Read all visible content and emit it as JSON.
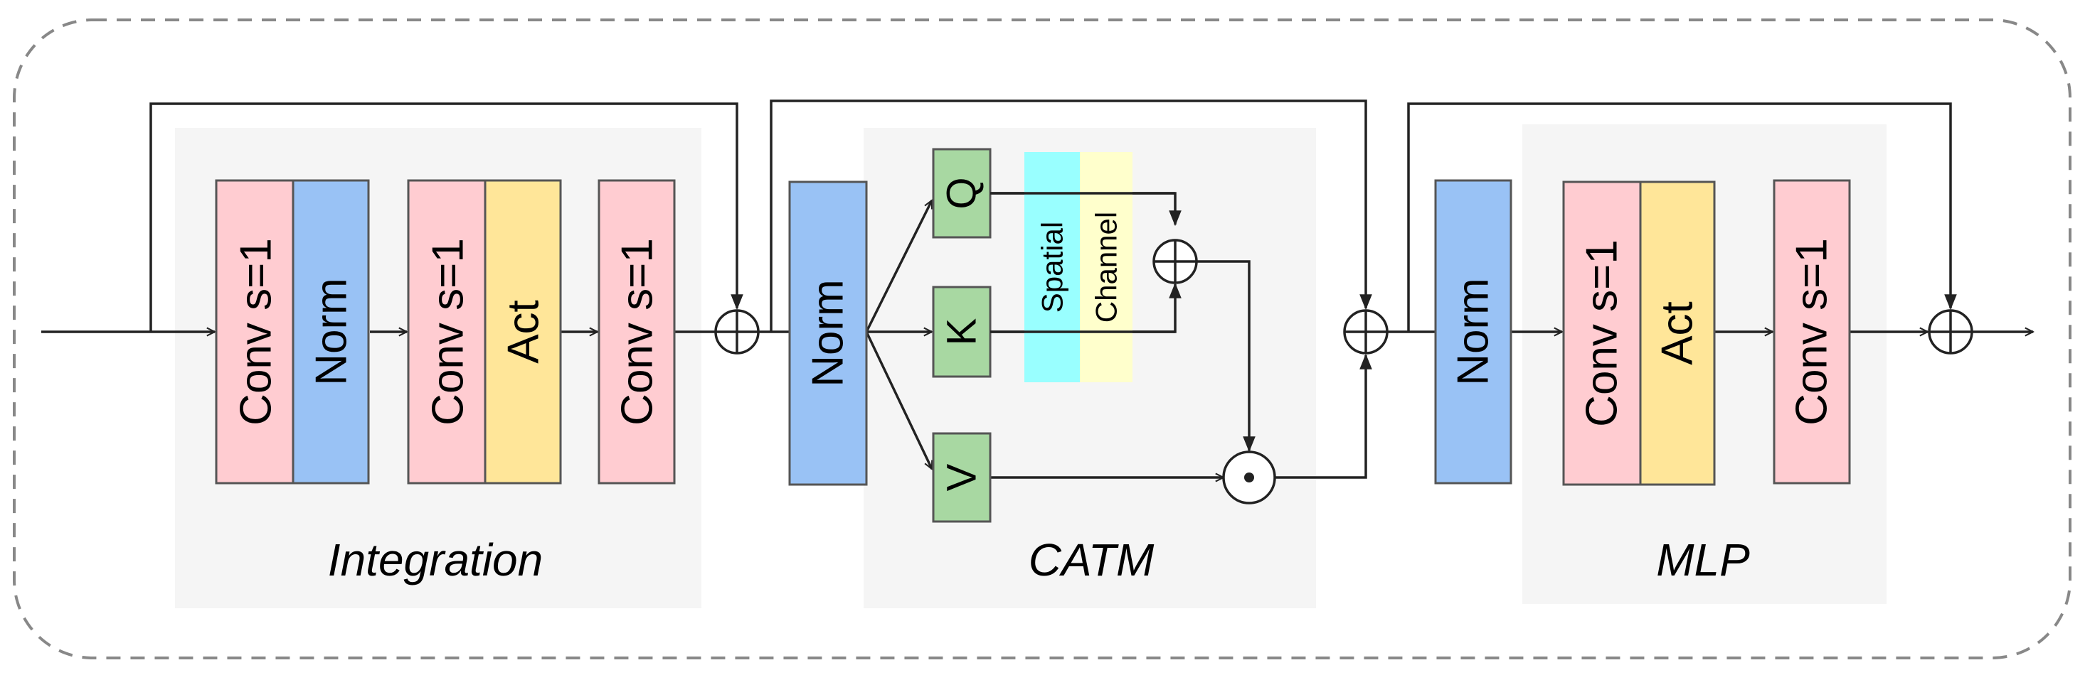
{
  "colors": {
    "conv": "#FFCCD1",
    "norm": "#99C2F5",
    "act": "#FFE699",
    "qkv": "#A8D8A2",
    "spatial": "#99FFFF",
    "channel": "#FFFFCC",
    "section_bg": "#F5F5F5",
    "outer_border": "#888888"
  },
  "sections": {
    "integration": "Integration",
    "catm": "CATM",
    "mlp": "MLP"
  },
  "blocks": {
    "conv": "Conv s=1",
    "norm": "Norm",
    "act": "Act",
    "q": "Q",
    "k": "K",
    "v": "V",
    "spatial": "Spatial",
    "channel": "Channel"
  },
  "operators": {
    "add": "⊕",
    "mul": "⊙"
  }
}
